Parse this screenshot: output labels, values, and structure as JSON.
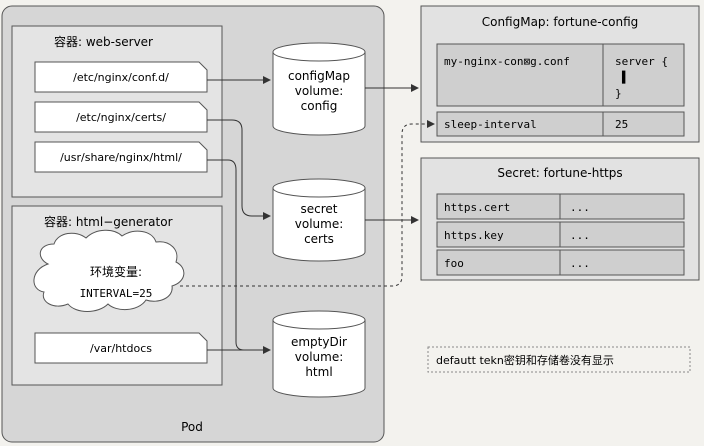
{
  "pod": {
    "label": "Pod",
    "web_server": {
      "title": "容器: web-server",
      "mounts": [
        "/etc/nginx/conf.d/",
        "/etc/nginx/certs/",
        "/usr/share/nginx/html/"
      ]
    },
    "html_generator": {
      "title": "容器: html−generator",
      "env_title": "环境变量:",
      "env_value": "INTERVAL=25",
      "mount": "/var/htdocs"
    },
    "volumes": [
      {
        "lines": [
          "configMap",
          "volume:",
          "config"
        ]
      },
      {
        "lines": [
          "secret",
          "volume:",
          "certs"
        ]
      },
      {
        "lines": [
          "emptyDir",
          "volume:",
          "html"
        ]
      }
    ]
  },
  "configmap": {
    "title": "ConfigMap: fortune-config",
    "rows": [
      {
        "key": "my-nginx-con⊠g.conf",
        "value_lines": [
          "server {",
          "▌",
          "}"
        ]
      },
      {
        "key": "sleep-interval",
        "value_lines": [
          "25"
        ]
      }
    ]
  },
  "secret": {
    "title": "Secret: fortune-https",
    "rows": [
      {
        "key": "https.cert",
        "value": "..."
      },
      {
        "key": "https.key",
        "value": "..."
      },
      {
        "key": "foo",
        "value": "..."
      }
    ]
  },
  "note": "defautt tekn密钥和存储卷没有显示",
  "colors": {
    "pod_fill": "#d6d6d6",
    "panel_fill": "#e2e2e2",
    "row_fill": "#cfcfcf",
    "box_fill": "#ffffff",
    "line": "#333333"
  }
}
